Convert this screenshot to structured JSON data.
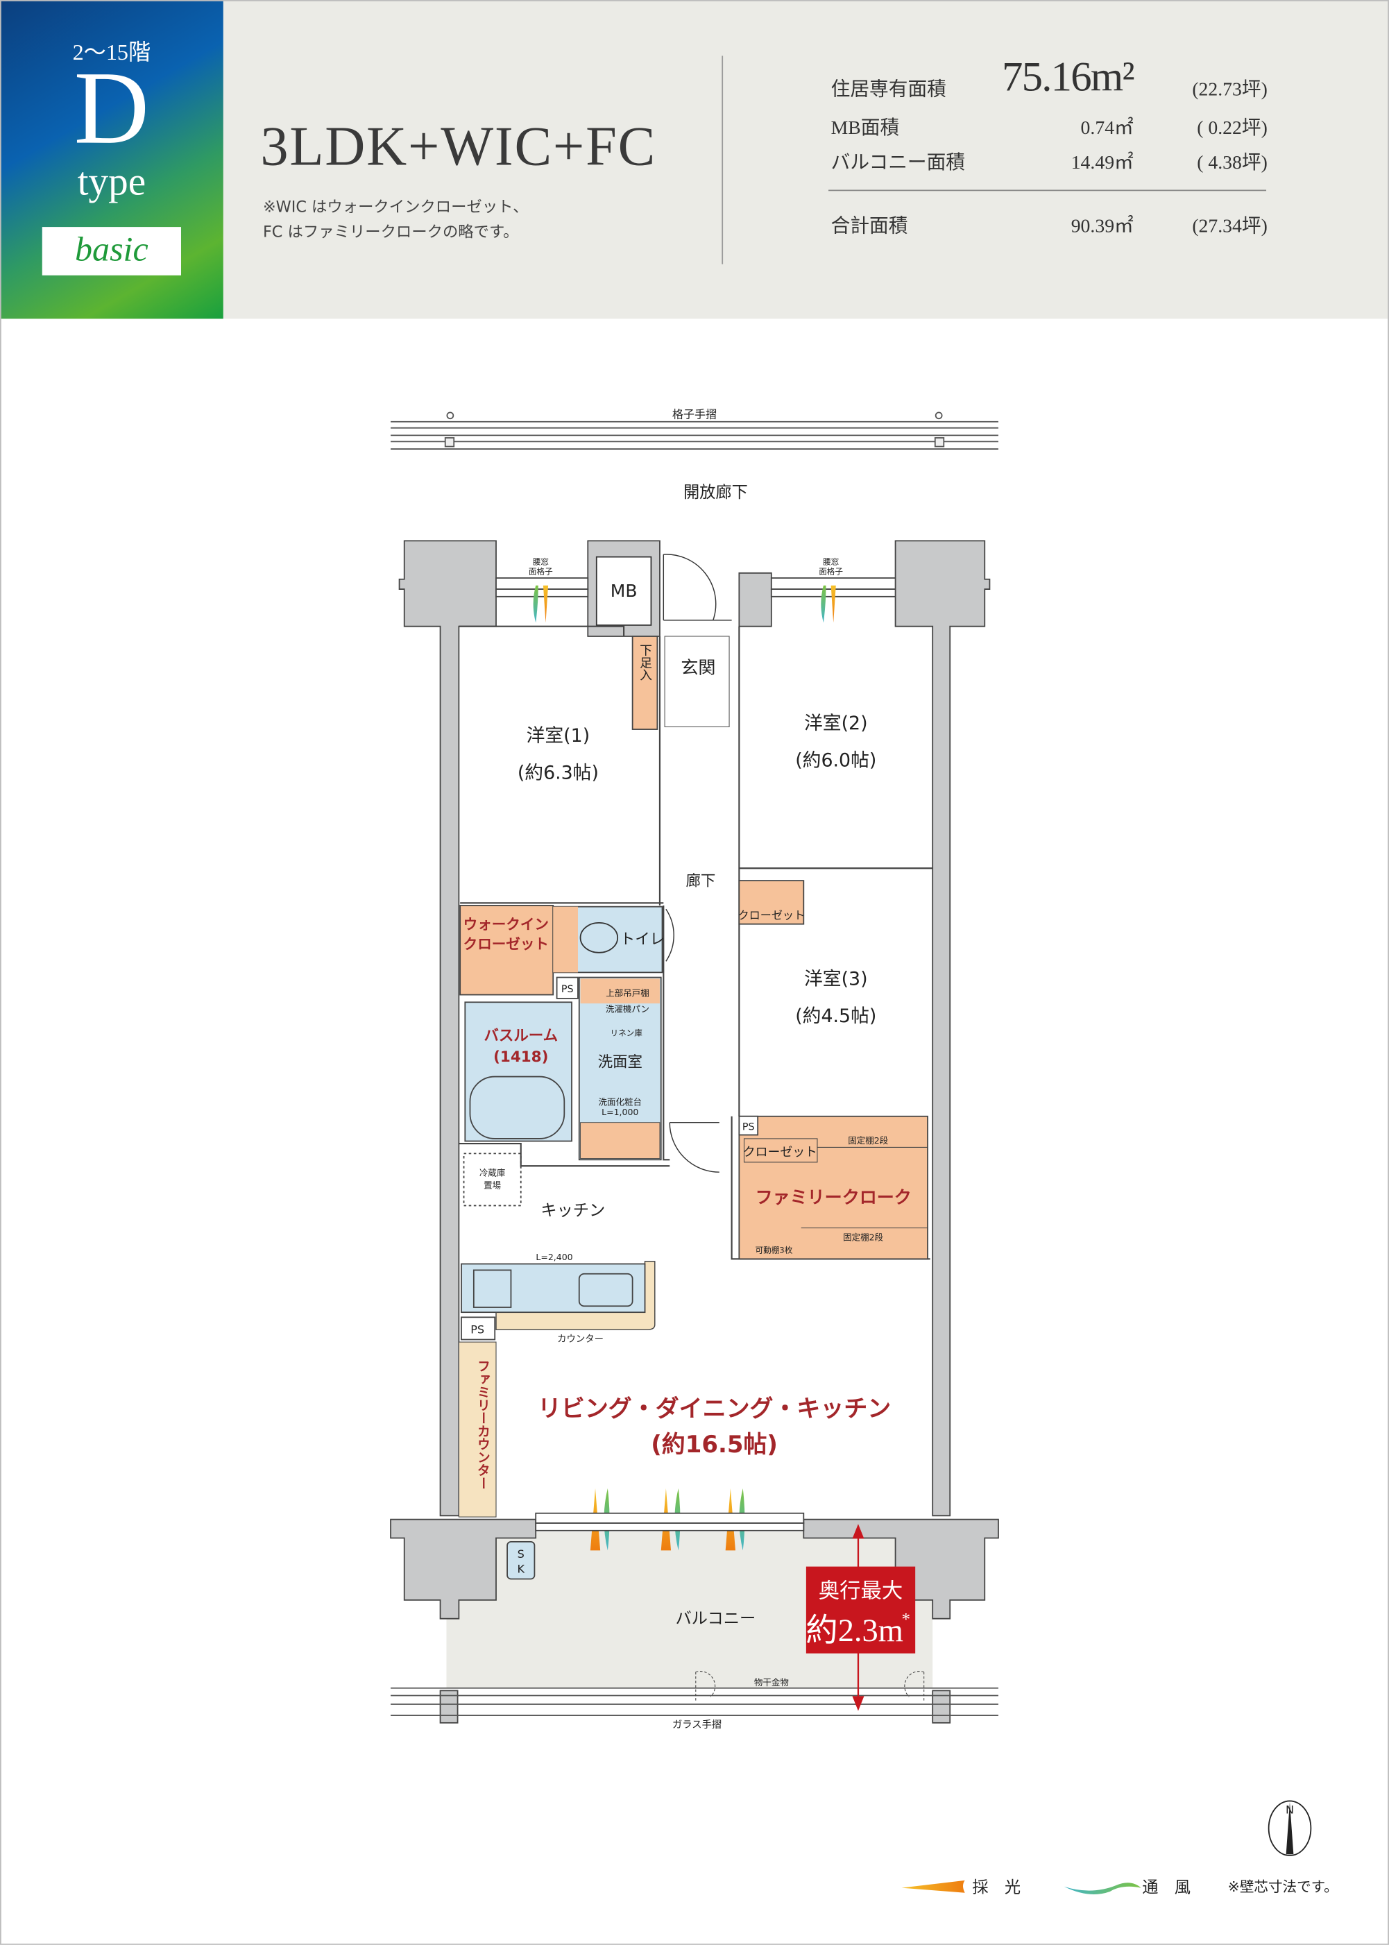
{
  "header": {
    "floors": "2〜15階",
    "type_letter": "D",
    "type_word": "type",
    "variant": "basic",
    "plan_name": "3LDK+WIC+FC",
    "notes": [
      "※WIC はウォークインクローゼット、",
      "FC はファミリークロークの略です。"
    ],
    "areas": [
      {
        "label": "住居専有面積",
        "value": "75.16m²",
        "tsubo": "(22.73坪)"
      },
      {
        "label": "MB面積",
        "value": "0.74㎡",
        "tsubo": "(  0.22坪)"
      },
      {
        "label": "バルコニー面積",
        "value": "14.49㎡",
        "tsubo": "(  4.38坪)"
      },
      {
        "label": "合計面積",
        "value": "90.39㎡",
        "tsubo": "(27.34坪)"
      }
    ],
    "colors": {
      "badge_blue": "#0a62b0",
      "badge_green": "#5cb431",
      "header_bg": "#ebebe6"
    }
  },
  "plan": {
    "top_railing": "格子手摺",
    "corridor": "開放廊下",
    "waist_window": [
      "腰窓",
      "面格子"
    ],
    "mb": "MB",
    "entrance": "玄関",
    "shoe_box": "下足入",
    "room1": {
      "name": "洋室(1)",
      "size": "(約6.3帖)"
    },
    "room2": {
      "name": "洋室(2)",
      "size": "(約6.0帖)"
    },
    "room3": {
      "name": "洋室(3)",
      "size": "(約4.5帖)"
    },
    "hallway": "廊下",
    "wic": [
      "ウォークイン",
      "クローゼット"
    ],
    "toilet": "トイレ",
    "upper_cabinet": "上部吊戸棚",
    "ps": "PS",
    "bath": [
      "バスルーム",
      "(1418)"
    ],
    "washroom": "洗面室",
    "washer_pan": "洗濯機パン",
    "linen": "リネン庫",
    "vanity": [
      "洗面化粧台",
      "L=1,000"
    ],
    "closet": "クローゼット",
    "family_cloak": "ファミリークローク",
    "fixed_shelf": "固定棚2段",
    "movable_shelf": "可動棚3枚",
    "fridge": [
      "冷蔵庫",
      "置場"
    ],
    "kitchen": "キッチン",
    "kitchen_length": "L=2,400",
    "counter": "カウンター",
    "family_counter": "ファミリーカウンター",
    "ldk": [
      "リビング・ダイニング・キッチン",
      "(約16.5帖)"
    ],
    "sk": [
      "S",
      "K"
    ],
    "balcony": "バルコニー",
    "depth_badge": [
      "奥行最大",
      "約2.3m",
      "*"
    ],
    "drying": "物干金物",
    "glass_railing": "ガラス手摺",
    "accent_red": "#c8161e"
  },
  "legend": {
    "light": "採　光",
    "wind": "通　風",
    "note": "※壁芯寸法です。",
    "compass": "N",
    "light_color": "#ee8a12",
    "wind_color": "#4fb8a0"
  }
}
